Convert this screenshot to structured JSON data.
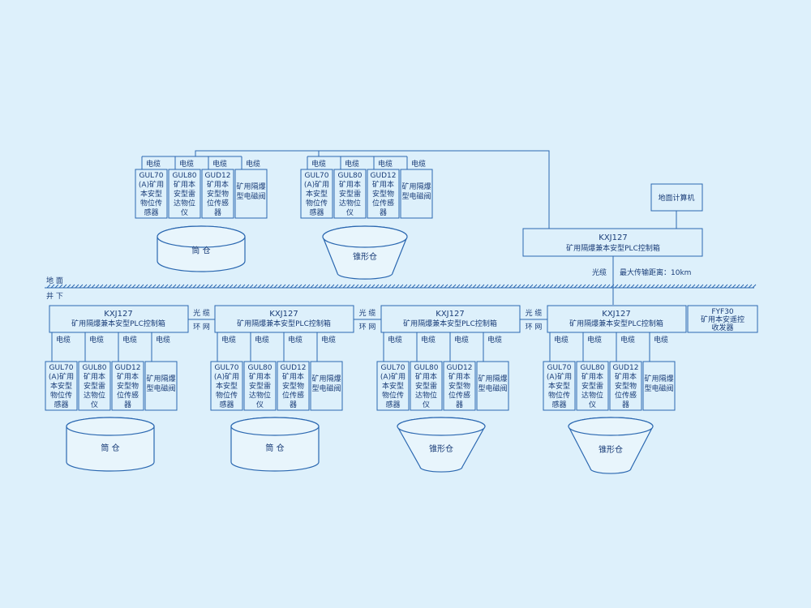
{
  "ground": {
    "surface_label": "地 面",
    "underground_label": "井 下"
  },
  "labels": {
    "cable": "电缆",
    "fiber": "光缆",
    "fiber_spaced": "光 缆",
    "ring_net": "环 网",
    "max_distance": "最大传输距离：10km"
  },
  "devices": {
    "gul70": [
      "GUL70",
      "(A)矿用",
      "本安型",
      "物位传",
      "感器"
    ],
    "gul80": [
      "GUL80",
      "矿用本",
      "安型雷",
      "达物位",
      "仪"
    ],
    "gud12": [
      "GUD12",
      "矿用本",
      "安型物",
      "位传感",
      "器"
    ],
    "valve": [
      "矿用隔爆",
      "型电磁阀"
    ]
  },
  "controller": {
    "model": "KXJ127",
    "name": "矿用隔爆兼本安型PLC控制箱"
  },
  "ground_computer": "地面计算机",
  "transceiver": [
    "FYF30",
    "矿用本安遥控",
    "收发器"
  ],
  "silos": {
    "cylinder": "筒 仓",
    "cone": "锥形仓"
  }
}
